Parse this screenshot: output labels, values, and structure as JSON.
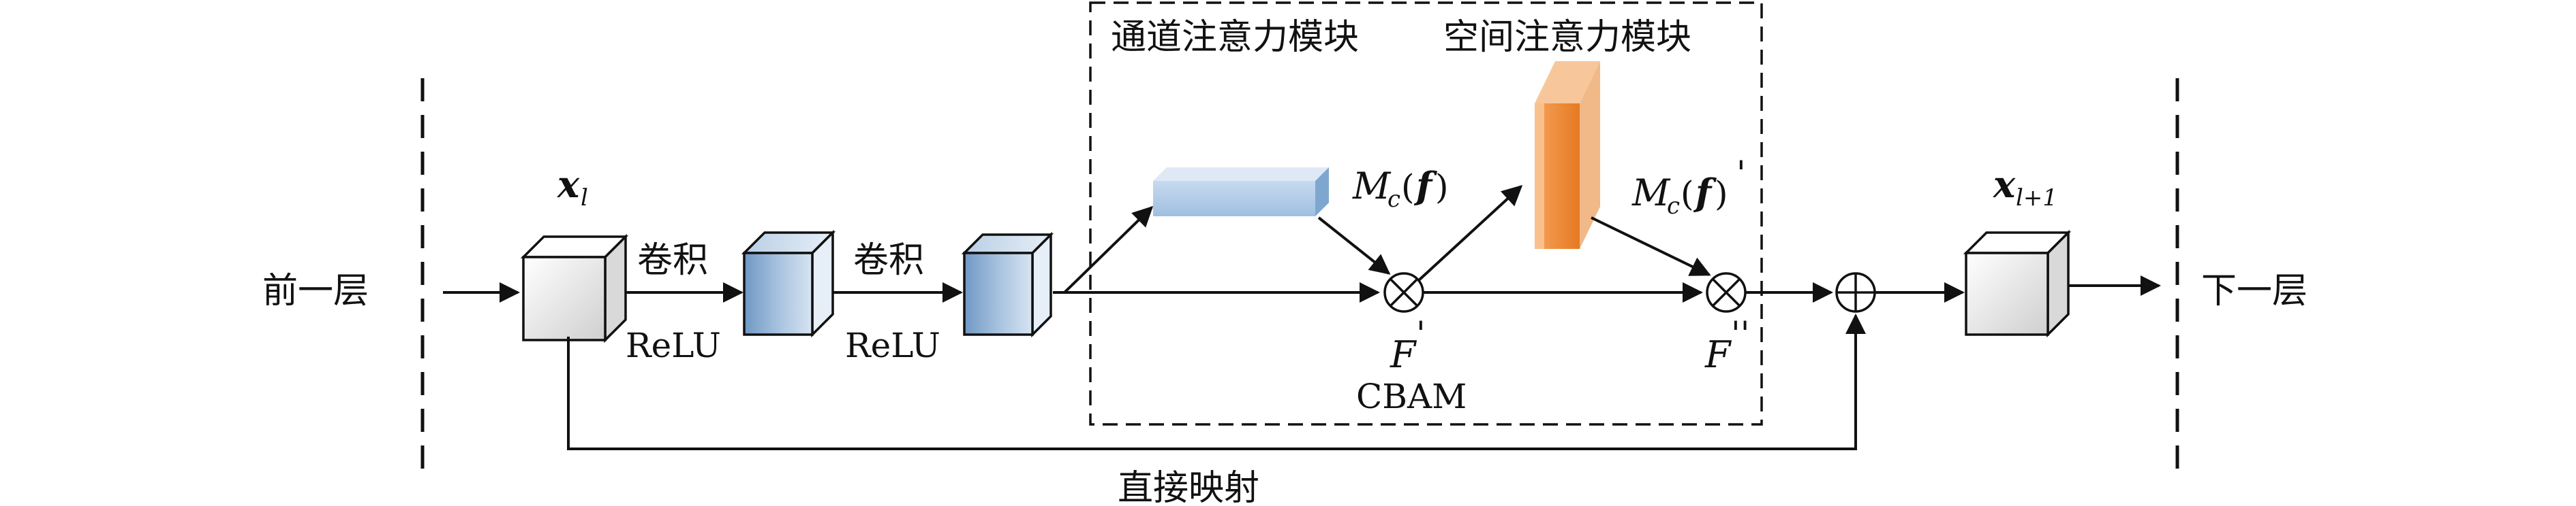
{
  "labels": {
    "prev_layer": "前一层",
    "next_layer": "下一层",
    "conv1": "卷积",
    "conv2": "卷积",
    "relu1": "ReLU",
    "relu2": "ReLU",
    "channel_attention": "通道注意力模块",
    "spatial_attention": "空间注意力模块",
    "cbam": "CBAM",
    "skip": "直接映射"
  },
  "math": {
    "x_main": "x",
    "x_sub_l": "l",
    "x_sub_l1": "l+1",
    "m_main": "M",
    "m_sub": "c",
    "m_lpar": "(",
    "m_f": "f",
    "m_rpar": ")",
    "prime": "'",
    "double_prime": "''",
    "f_main": "F"
  },
  "symbols": {
    "multiply": "⊗",
    "add": "⊕"
  },
  "colors": {
    "stroke": "#111111",
    "cube_blue_front": "#8fb2d6",
    "channel_bar": "#b3cde8",
    "spatial_bar": "#ee8a3c"
  }
}
